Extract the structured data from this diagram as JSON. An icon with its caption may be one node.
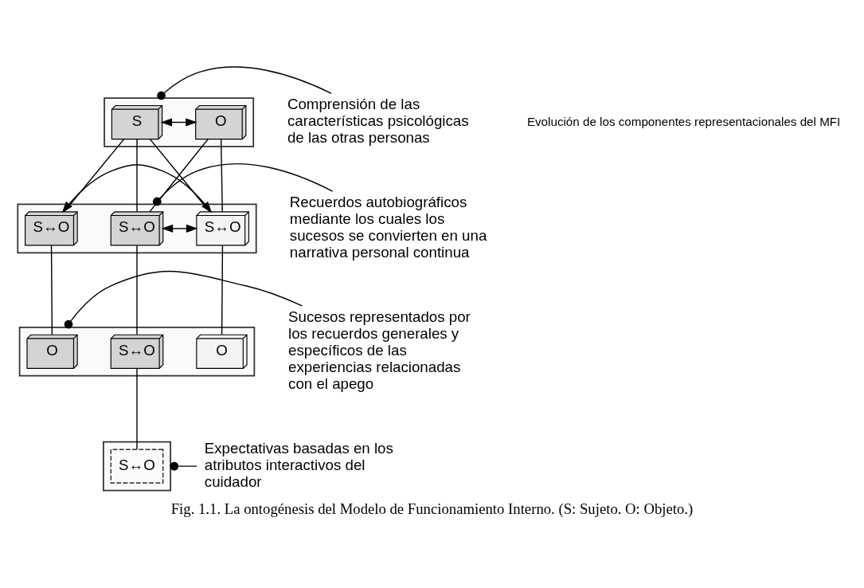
{
  "diagram": {
    "caption": "Fig. 1.1. La ontogénesis del Modelo de Funcionamiento Interno. (S: Sujeto. O: Objeto.)",
    "nodes": [
      {
        "text": [],
        "shape": "box"
      },
      {
        "text": [
          "S"
        ],
        "in": 0
      },
      {
        "text": [
          "O"
        ],
        "in": 0
      },
      {
        "text": [],
        "shape": "box"
      },
      {
        "text": [
          "S↔O"
        ],
        "in": 3
      },
      {
        "text": [
          "S↔O"
        ],
        "in": 3
      },
      {
        "text": [
          "S↔O"
        ],
        "in": 3
      },
      {
        "text": [],
        "shape": "box"
      },
      {
        "text": [
          "O"
        ],
        "in": 7
      },
      {
        "text": [
          "O"
        ],
        "in": 7
      },
      {
        "text": [
          "S↔O"
        ],
        "in": 7
      },
      {
        "text": [],
        "shape": "box"
      },
      {
        "text": [
          "S↔O"
        ],
        "in": 11
      },
      {
        "text": [
          "Comprensión de las características psicológicas de las otras personas"
        ]
      },
      {
        "text": [
          "Recuerdos autobiográficos mediante los cuales los sucesos se convierten en una narrativa personal continua"
        ]
      },
      {
        "text": [
          "Sucesos representados por los recuerdos generales y específicos de las experiencias relacionadas con el apego"
        ]
      },
      {
        "text": [
          "Expectativas basadas en los atributos interactivos del cuidador"
        ]
      }
    ],
    "edges": [
      {
        "from": 1,
        "to": 2,
        "arrow": "both"
      },
      {
        "from": 1,
        "to": 4,
        "arrow": "none"
      },
      {
        "from": 1,
        "to": 5,
        "arrow": "none"
      },
      {
        "from": 1,
        "to": 6,
        "arrow": "none"
      },
      {
        "from": 2,
        "to": 4,
        "arrow": "none"
      },
      {
        "from": 2,
        "to": 5,
        "arrow": "none"
      },
      {
        "from": 4,
        "to": 5,
        "arrow": "both"
      },
      {
        "from": 5,
        "to": 6,
        "arrow": "both"
      },
      {
        "from": 4,
        "to": 10,
        "arrow": "none"
      },
      {
        "from": 5,
        "to": 9,
        "arrow": "none"
      },
      {
        "from": 6,
        "to": 8,
        "arrow": "none"
      },
      {
        "from": 10,
        "to": 12,
        "arrow": "none"
      },
      {
        "from": 13,
        "to": 0,
        "arrow": "other"
      },
      {
        "from": 14,
        "to": 3,
        "arrow": "other"
      },
      {
        "from": 15,
        "to": 7,
        "arrow": "other"
      },
      {
        "from": 16,
        "to": 11,
        "arrow": "other"
      }
    ],
    "labels": [
      "Evolución de los componentes representacionales del MFI"
    ]
  }
}
